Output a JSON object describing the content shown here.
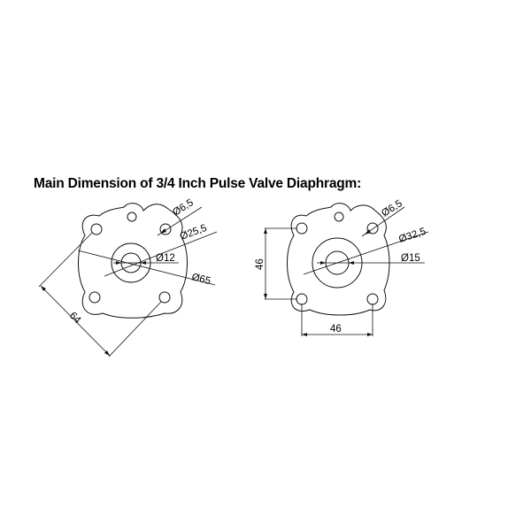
{
  "title": "Main Dimension of 3/4 Inch Pulse Valve Diaphragm:",
  "diagrams": [
    {
      "id": "left",
      "labels": {
        "bolt_hole": "Ø6,5",
        "inner_ring": "Ø25,5",
        "center_hole": "Ø12",
        "outer": "Ø65",
        "bolt_spacing_diagonal": "64"
      }
    },
    {
      "id": "right",
      "labels": {
        "bolt_hole": "Ø6,5",
        "inner_ring": "Ø32,5",
        "center_hole": "Ø15",
        "vertical_spacing": "46",
        "horizontal_spacing": "46"
      }
    }
  ],
  "colors": {
    "line": "#111111",
    "background": "#ffffff"
  }
}
